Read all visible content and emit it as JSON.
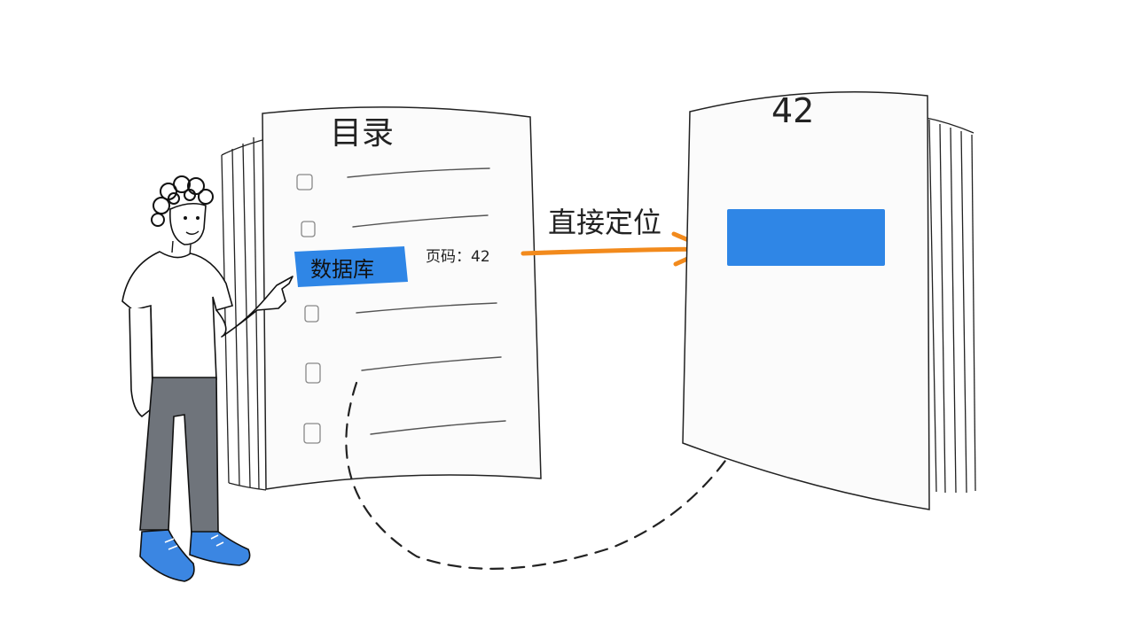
{
  "colors": {
    "ink": "#222222",
    "highlight_blue": "#2f86e6",
    "target_blue": "#2f86e6",
    "arrow_orange": "#f28a1c",
    "pants": "#6f747b",
    "shoes": "#3b86e2",
    "background": "#ffffff"
  },
  "toc_book": {
    "title": "目录",
    "highlight_entry": "数据库",
    "page_ref": "页码：42"
  },
  "arrow": {
    "label": "直接定位"
  },
  "target_book": {
    "page_number": "42"
  },
  "icons": {
    "person": "person-pointing-icon",
    "dashed_arrow": "dashed-curved-arrow-icon",
    "solid_arrow": "orange-arrow-icon"
  }
}
